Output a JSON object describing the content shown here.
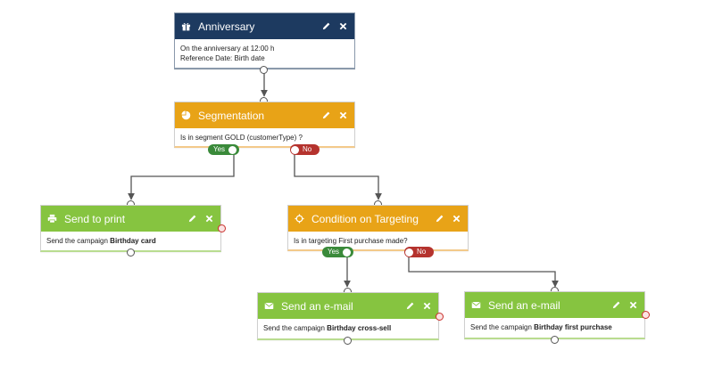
{
  "colors": {
    "navy": "#1d3a60",
    "orange": "#e8a317",
    "green": "#86c440",
    "yes": "#3a8a3a",
    "no": "#b5332e"
  },
  "nodes": {
    "anniversary": {
      "title": "Anniversary",
      "icon": "gift-icon",
      "line1": "On the anniversary at 12:00 h",
      "line2": "Reference Date: Birth date"
    },
    "segmentation": {
      "title": "Segmentation",
      "icon": "pie-chart-icon",
      "line1": "Is in segment GOLD (customerType) ?",
      "yes": "Yes",
      "no": "No"
    },
    "print": {
      "title": "Send to print",
      "icon": "printer-icon",
      "prefix": "Send the campaign ",
      "campaign": "Birthday card"
    },
    "condition": {
      "title": "Condition on Targeting",
      "icon": "target-icon",
      "line1": "Is in targeting First purchase made?",
      "yes": "Yes",
      "no": "No"
    },
    "email1": {
      "title": "Send an e-mail",
      "icon": "envelope-icon",
      "prefix": "Send the campaign ",
      "campaign": "Birthday cross-sell"
    },
    "email2": {
      "title": "Send an e-mail",
      "icon": "envelope-icon",
      "prefix": "Send the campaign ",
      "campaign": "Birthday first purchase"
    }
  }
}
